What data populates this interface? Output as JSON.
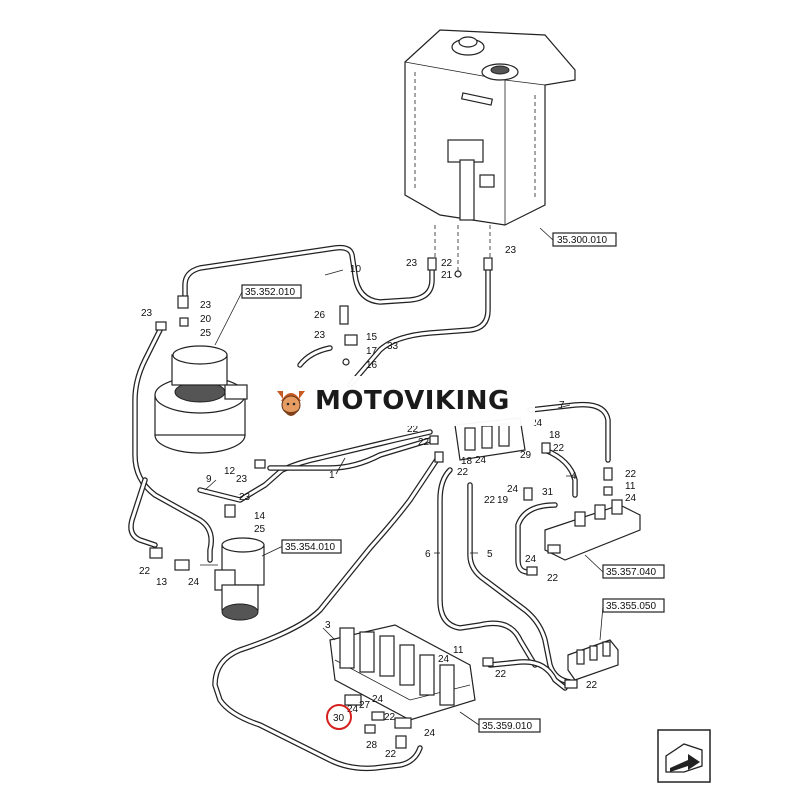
{
  "references": {
    "tank": "35.300.010",
    "swing_motor": "35.352.010",
    "travel_motor": "35.354.010",
    "block_right": "35.357.040",
    "block_far_right": "35.355.050",
    "control_valve": "35.359.010"
  },
  "callouts": {
    "c1": "1",
    "c3": "3",
    "c4": "4",
    "c5": "5",
    "c6": "6",
    "c7": "7",
    "c9": "9",
    "c10": "10",
    "c11a": "11",
    "c11b": "11",
    "c12": "12",
    "c13": "13",
    "c14": "14",
    "c15": "15",
    "c16": "16",
    "c17": "17",
    "c18a": "18",
    "c18b": "18",
    "c19": "19",
    "c20": "20",
    "c21": "21",
    "c22a": "22",
    "c22b": "22",
    "c22c": "22",
    "c22d": "22",
    "c22e": "22",
    "c22f": "22",
    "c22g": "22",
    "c22h": "22",
    "c22i": "22",
    "c22j": "22",
    "c22k": "22",
    "c23a": "23",
    "c23b": "23",
    "c23c": "23",
    "c23d": "23",
    "c23e": "23",
    "c23f": "23",
    "c23g": "23",
    "c24a": "24",
    "c24b": "24",
    "c24c": "24",
    "c24d": "24",
    "c24e": "24",
    "c24f": "24",
    "c24g": "24",
    "c24h": "24",
    "c24i": "24",
    "c25a": "25",
    "c25b": "25",
    "c26": "26",
    "c27": "27",
    "c28": "28",
    "c29": "29",
    "c30": "30",
    "c31": "31",
    "c33": "33"
  },
  "highlight_callout": "30",
  "highlight_color": "#d6201f",
  "watermark": {
    "brand": "MOTOVIKING",
    "logo_icon": "viking-helmet-icon",
    "logo_color": "#c4541a"
  },
  "nav_icon": "next-page-arrow-icon"
}
